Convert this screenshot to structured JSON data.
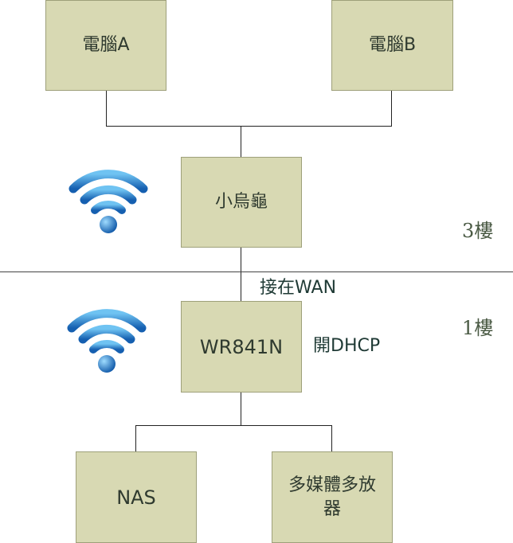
{
  "nodes": {
    "pc_a": "電腦A",
    "pc_b": "電腦B",
    "turtle": "小烏龜",
    "wr841n": "WR841N",
    "nas": "NAS",
    "media_player": "多媒體多放器"
  },
  "annotations": {
    "wan": "接在WAN",
    "dhcp": "開DHCP"
  },
  "floors": {
    "upper": "3樓",
    "lower": "1樓"
  },
  "icons": {
    "wifi_upper": "wifi-icon",
    "wifi_lower": "wifi-icon"
  },
  "colors": {
    "box_fill": "#d8d9b3",
    "box_border": "#9ea07a",
    "wifi_blue": "#1e73c8"
  }
}
